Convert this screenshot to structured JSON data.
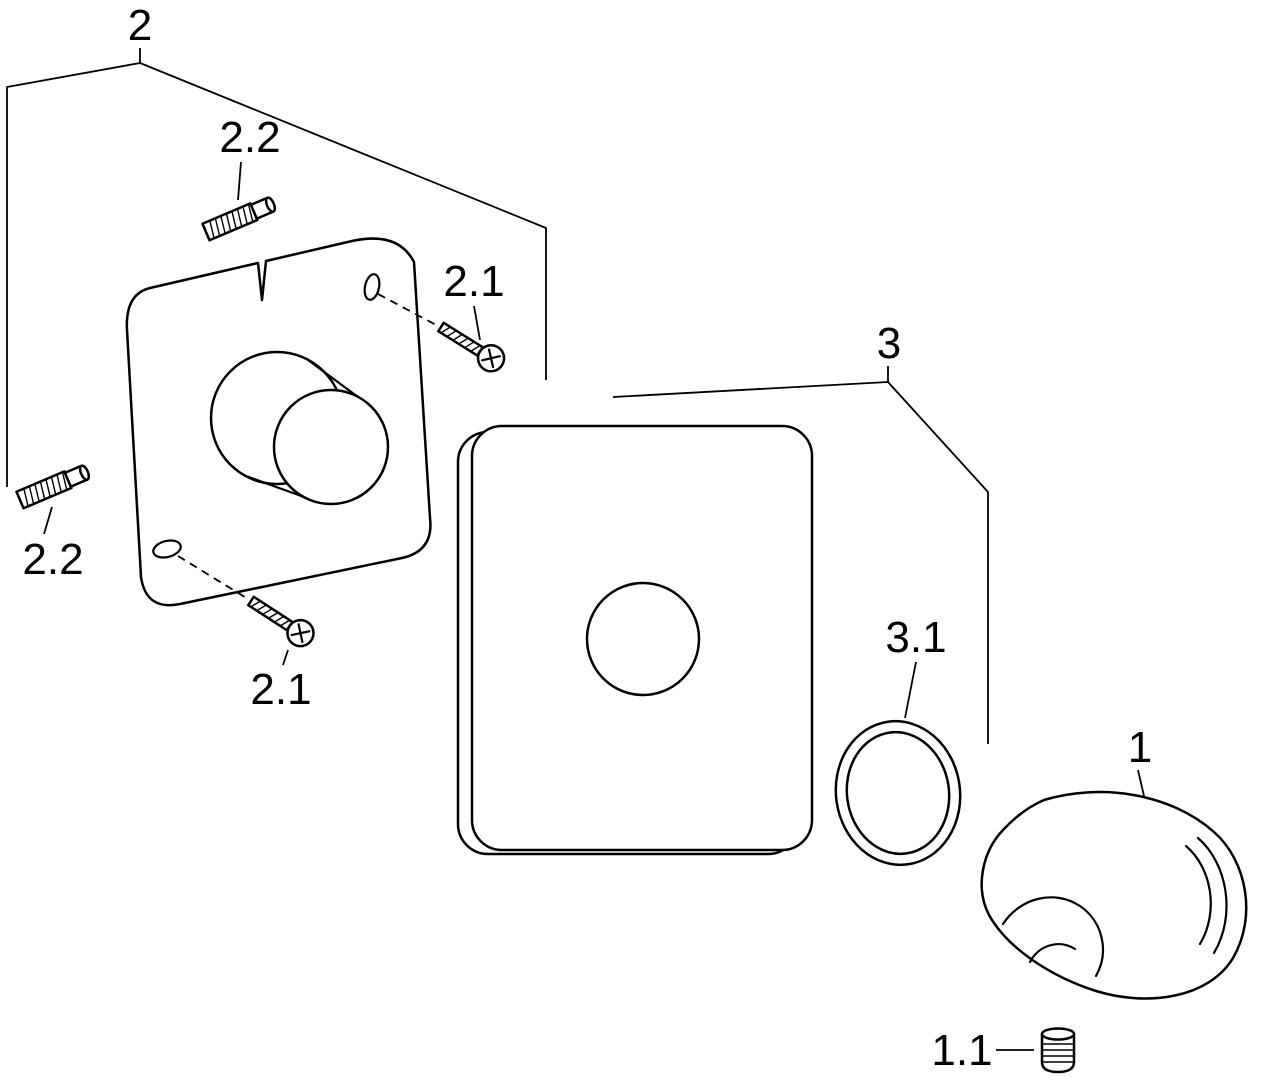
{
  "figure": {
    "type": "exploded-parts-diagram",
    "background_color": "#ffffff",
    "line_color": "#000000",
    "callouts": {
      "group2": "2",
      "anchor_top": "2.2",
      "anchor_left": "2.2",
      "screw_top": "2.1",
      "screw_bottom": "2.1",
      "group3": "3",
      "oring": "3.1",
      "holder": "1",
      "setscrew": "1.1"
    }
  }
}
